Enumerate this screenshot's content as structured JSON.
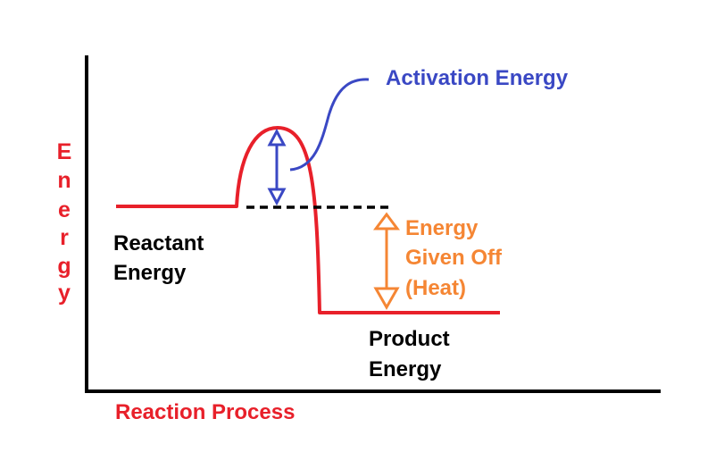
{
  "colors": {
    "axis": "#000000",
    "curve": "#e8202a",
    "activation": "#3a48c4",
    "heat": "#f58634",
    "label": "#000000"
  },
  "labels": {
    "y_axis_letters": [
      "E",
      "n",
      "e",
      "r",
      "g",
      "y"
    ],
    "x_axis": "Reaction Process",
    "activation_energy": "Activation Energy",
    "reactant_line1": "Reactant",
    "reactant_line2": "Energy",
    "product_line1": "Product",
    "product_line2": "Energy",
    "heat_line1": "Energy",
    "heat_line2": "Given Off",
    "heat_line3": "(Heat)"
  }
}
